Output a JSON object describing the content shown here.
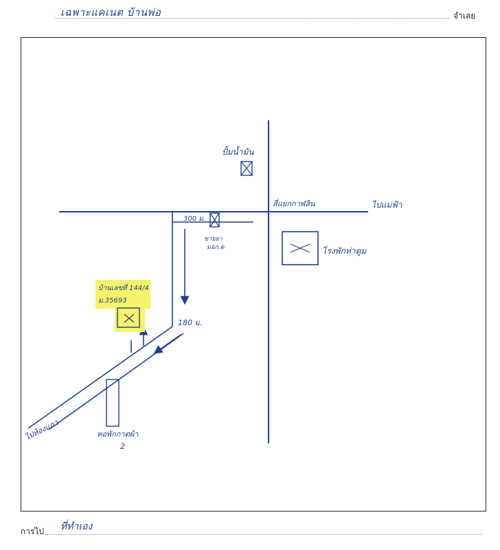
{
  "header": {
    "name_handwritten": "เฉพาะแคเนต บ้านพ่อ",
    "label": "จำเลย"
  },
  "map": {
    "top_label_above_marker": "ปั้มน้ำมัน",
    "intersection_label": "สี่แยกกาฬสิน",
    "road_right_label": "ไปแม่ฟ้า",
    "distance_top": "300 ม.",
    "small_building_label_line1": "ขายยา",
    "small_building_label_line2": "มอก.ต",
    "big_building_label": "โรงพักท่าตูม",
    "target_label_line1": "บ้านเลขที่ 144/4",
    "target_label_line2": "ม.35693",
    "distance_mid": "180 ม.",
    "road_bottom_left_label": "ไปห้องแถว",
    "bottom_building_label_line1": "หอพักกาดผ้า",
    "bottom_building_label_line2": "2"
  },
  "footer": {
    "label": "การไป",
    "value_handwritten": "ที่ทำเอง"
  },
  "colors": {
    "ink": "#1e3f8c",
    "highlight": "#f4f36a"
  }
}
